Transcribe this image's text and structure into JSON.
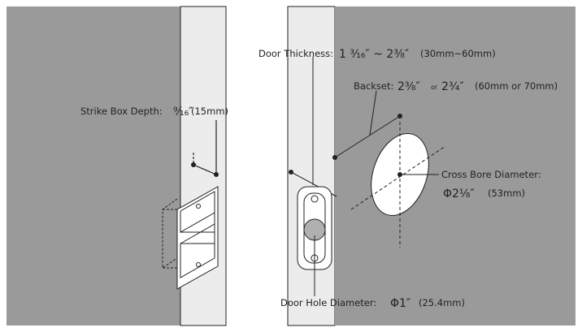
{
  "colors": {
    "wall": "#9a9a9a",
    "door_edge": "#ececec",
    "line": "#222222",
    "cross_bore": "#ffffff",
    "strike_hole": "#b0b0b0"
  },
  "labels": {
    "strike_box_depth": {
      "caption": "Strike Box Depth:",
      "value": "⁹⁄₁₆″",
      "metric": "(15mm)"
    },
    "door_thickness": {
      "caption": "Door Thickness:",
      "value": "1 ³⁄₁₆″ ~ 2³⁄₈″",
      "metric": "(30mm~60mm)"
    },
    "backset": {
      "caption": "Backset:",
      "value_a": "2³⁄₈″",
      "or": "or",
      "value_b": "2³⁄₄″",
      "metric": "(60mm or 70mm)"
    },
    "cross_bore_diameter": {
      "caption": "Cross Bore Diameter:",
      "value": "Φ2¹⁄₈″",
      "metric": "(53mm)"
    },
    "door_hole_diameter": {
      "caption": "Door Hole Diameter:",
      "value": "Φ1″",
      "metric": "(25.4mm)"
    }
  }
}
